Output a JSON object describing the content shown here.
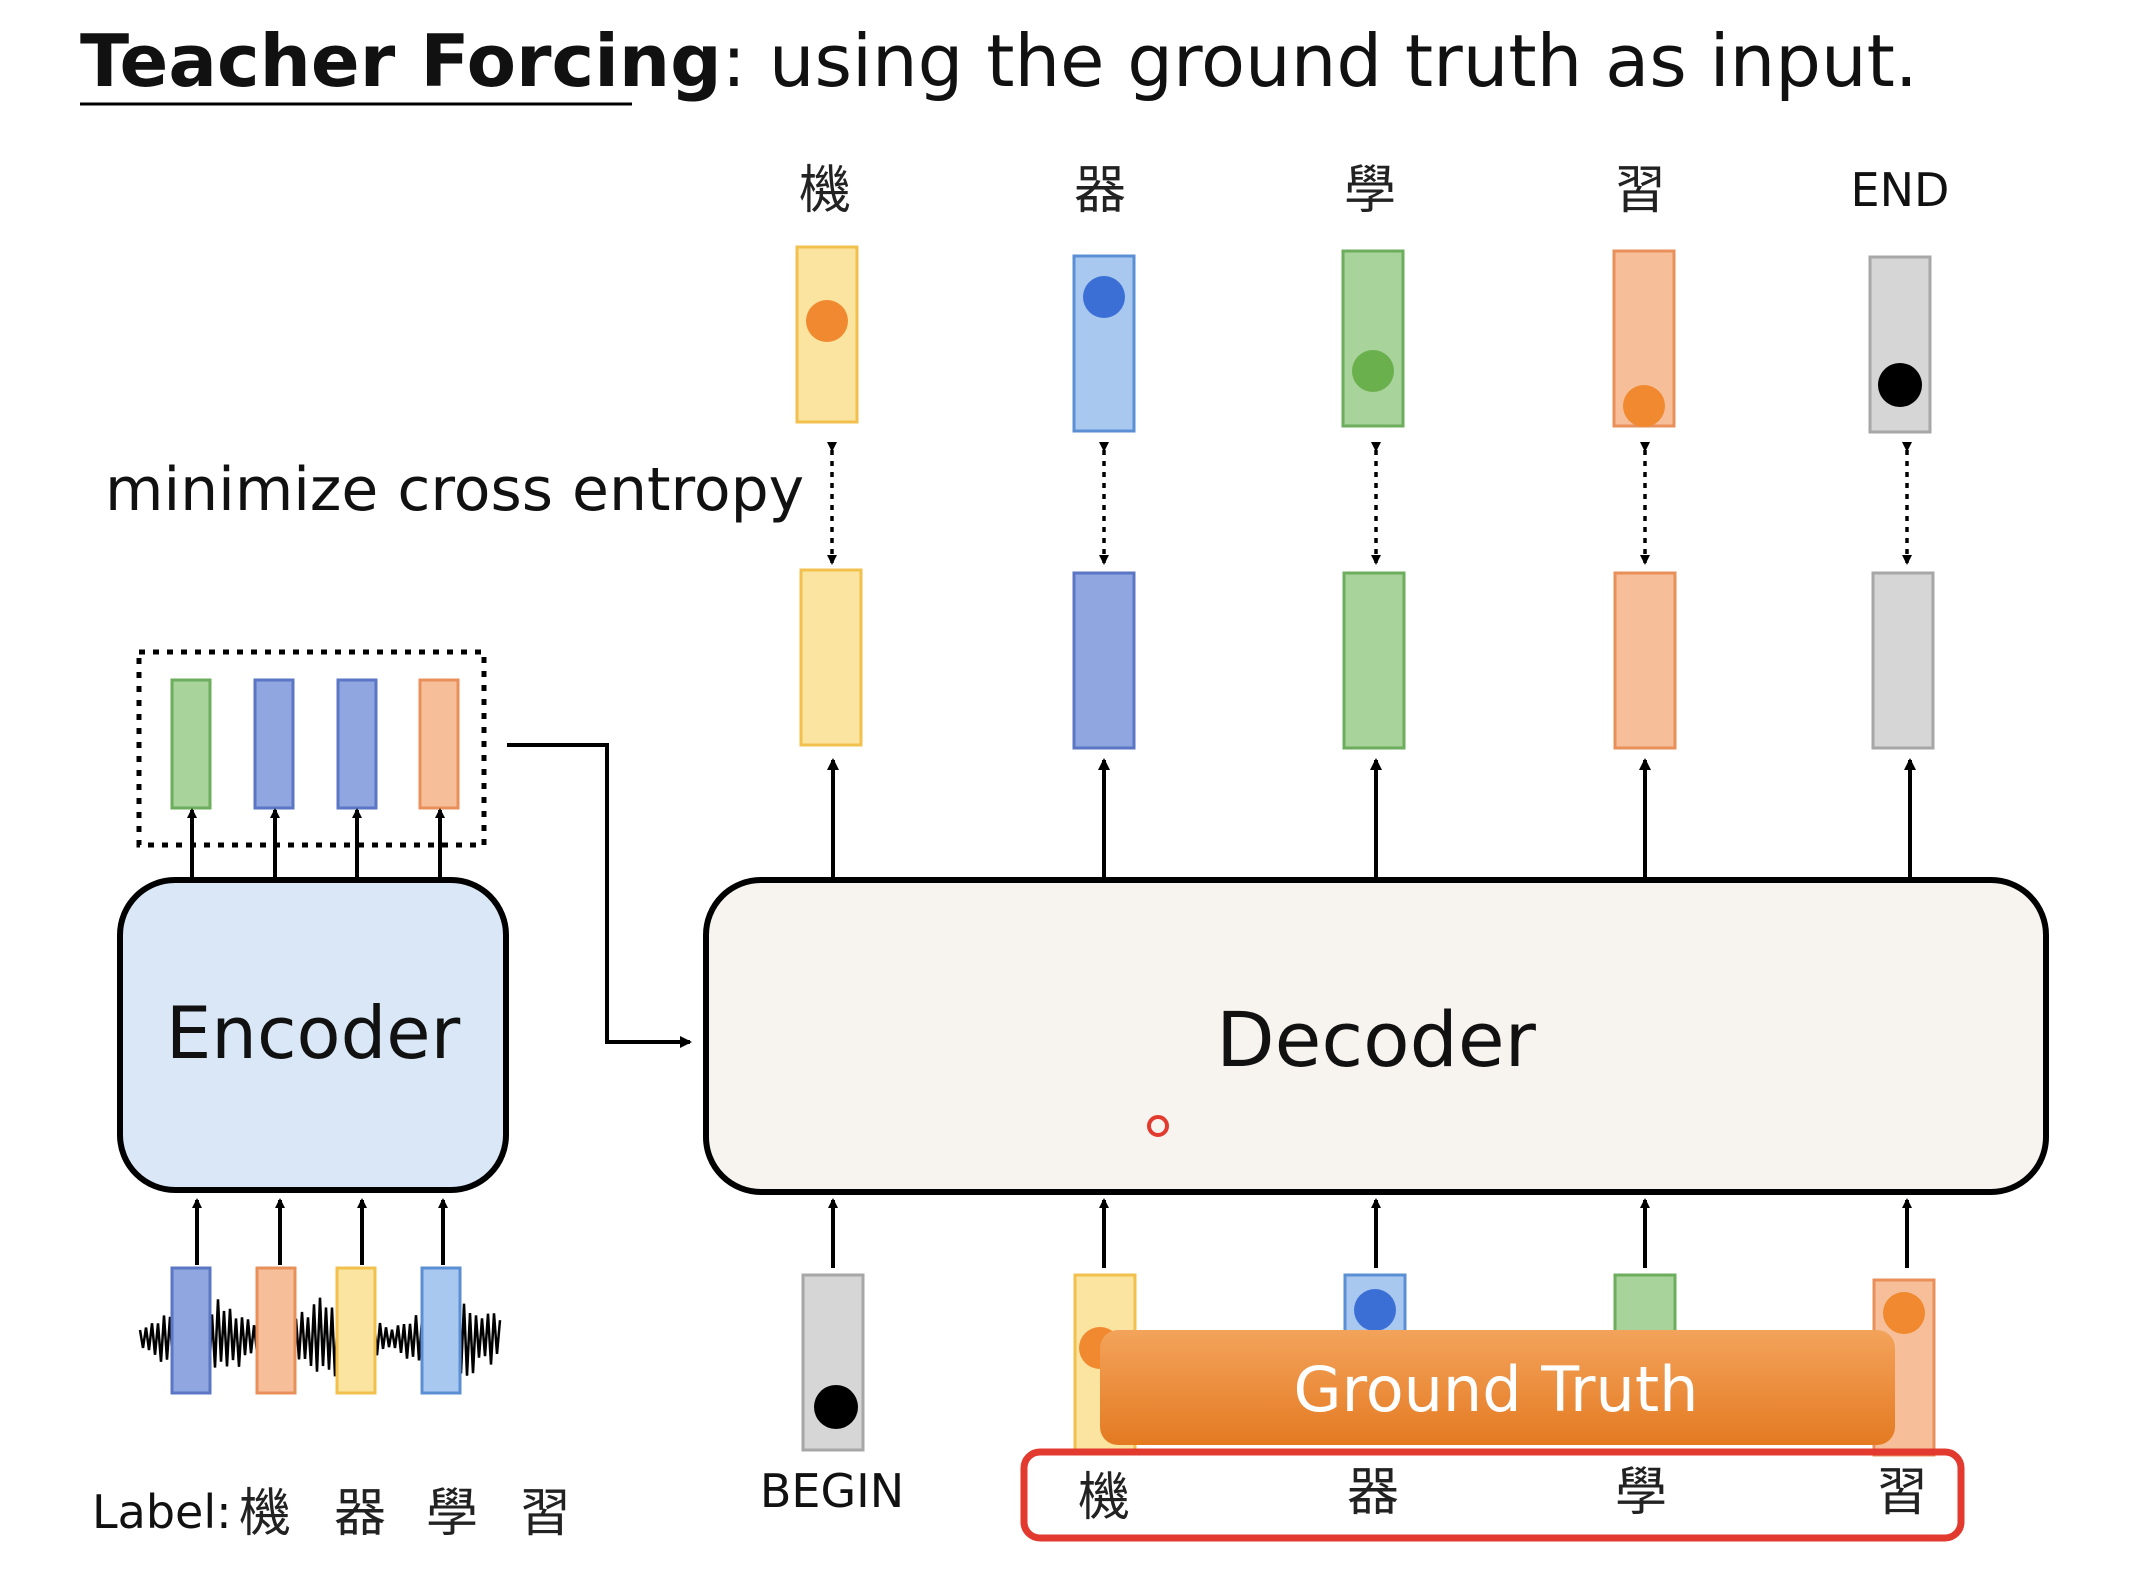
{
  "title": {
    "bold": "Teacher Forcing",
    "rest": ": using the ground truth as input."
  },
  "loss_label": "minimize cross entropy",
  "encoder": {
    "label": "Encoder"
  },
  "decoder": {
    "label": "Decoder"
  },
  "outputs": [
    "機",
    "器",
    "學",
    "習",
    "END"
  ],
  "begin_label": "BEGIN",
  "ground_truth": {
    "banner": "Ground Truth",
    "chars": [
      "機",
      "器",
      "學",
      "習"
    ]
  },
  "label_line": {
    "prefix": "Label:",
    "chars": [
      "機",
      "器",
      "學",
      "習"
    ]
  },
  "colors": {
    "yellow": "#fbe3a0",
    "yellow_border": "#f2c04d",
    "blue": "#8fa6e0",
    "blue_border": "#5b76c4",
    "light_blue": "#a9c8ef",
    "green": "#a8d39a",
    "green_border": "#6cae5e",
    "orange": "#f6bf99",
    "orange_border": "#e9905a",
    "gray": "#d6d6d6",
    "gray_border": "#a7a7a7",
    "dot_orange": "#f0892f",
    "dot_blue": "#3b6fd6",
    "dot_green": "#6ab04c",
    "dot_black": "#000000",
    "banner": "#ec8a33",
    "highlight_red": "#e23a2f",
    "encoder_fill": "#d9e7f7",
    "decoder_fill": "#f7f3ee"
  }
}
